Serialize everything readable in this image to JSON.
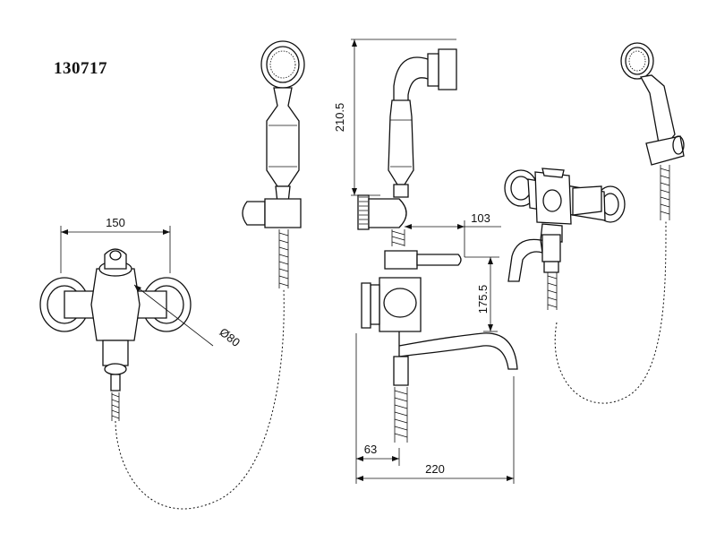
{
  "drawing": {
    "model_number": "130717",
    "dimensions": {
      "spacing": "150",
      "flange_diameter": "Ø80",
      "hand_shower_height": "210.5",
      "handle_projection": "103",
      "spout_height": "175.5",
      "outlet_offset": "63",
      "spout_reach": "220"
    }
  }
}
